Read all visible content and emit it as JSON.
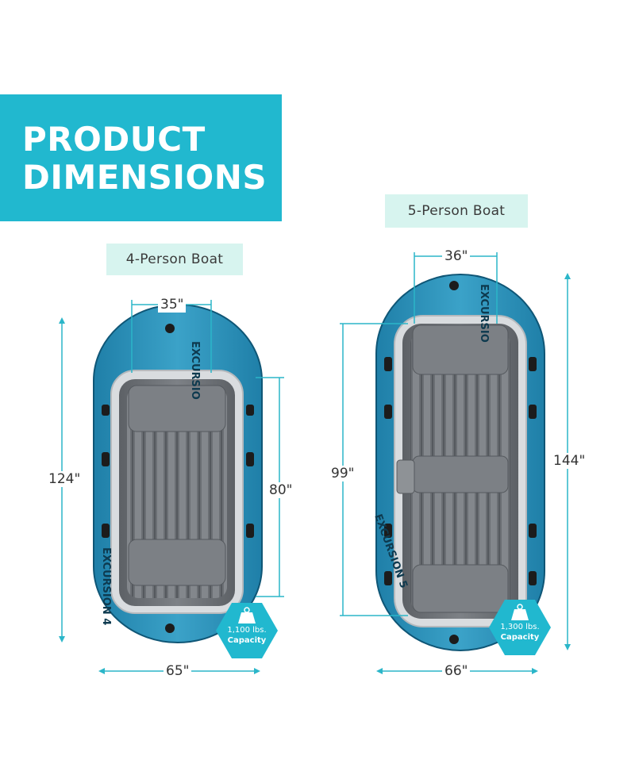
{
  "header": {
    "line1": "PRODUCT",
    "line2": "DIMENSIONS"
  },
  "boats": {
    "small": {
      "label": "4-Person Boat",
      "width_top": "35\"",
      "length_total": "124\"",
      "length_inner": "80\"",
      "width_total": "65\"",
      "capacity_weight": "1,100 lbs.",
      "capacity_label": "Capacity",
      "brand": "EXCURSION 4",
      "brand_small": "EXCURSIO"
    },
    "large": {
      "label": "5-Person Boat",
      "width_top": "36\"",
      "length_total": "144\"",
      "length_inner": "99\"",
      "width_total": "66\"",
      "capacity_weight": "1,300 lbs.",
      "capacity_label": "Capacity",
      "brand": "EXCURSION 5",
      "brand_small": "EXCURSIO"
    }
  },
  "colors": {
    "accent": "#21b8cf",
    "label_bg": "#d7f4ef",
    "dimension_line": "#2bb6c9",
    "hull_blue": "#2a8bb4",
    "floor_gray": "#6f7378"
  },
  "icons": [
    "weight-icon"
  ]
}
